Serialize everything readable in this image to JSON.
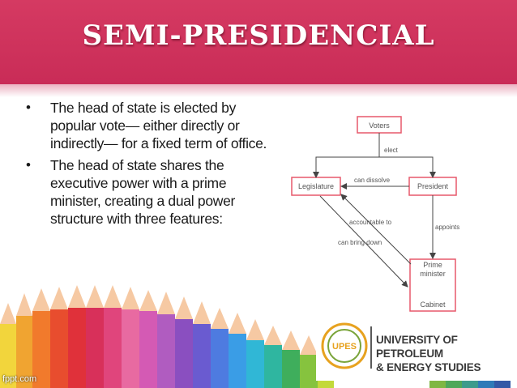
{
  "slide": {
    "title": "SEMI-PRESIDENCIAL",
    "bullets": [
      "The head of state is elected by popular vote— either directly or indirectly— for a fixed term of office.",
      "The head of state shares the executive power with a prime minister, creating a dual power structure with three features:"
    ],
    "bullet_symbol": "•"
  },
  "diagram": {
    "boxes": {
      "voters": "Voters",
      "legislature": "Legislature",
      "president": "President",
      "pm_line1": "Prime",
      "pm_line2": "minister",
      "cabinet": "Cabinet"
    },
    "edges": {
      "elect": "elect",
      "can_dissolve": "can dissolve",
      "accountable_to": "accountable to",
      "appoints": "appoints",
      "can_bring_down": "can bring down"
    },
    "box_color": "#e7596b"
  },
  "branding": {
    "university_line1": "UNIVERSITY OF PETROLEUM",
    "university_line2": "& ENERGY STUDIES",
    "logo_letters": "UPES",
    "watermark": "fppt.com"
  },
  "colors": {
    "banner": "#c92c57",
    "title_text": "#ffffff"
  }
}
